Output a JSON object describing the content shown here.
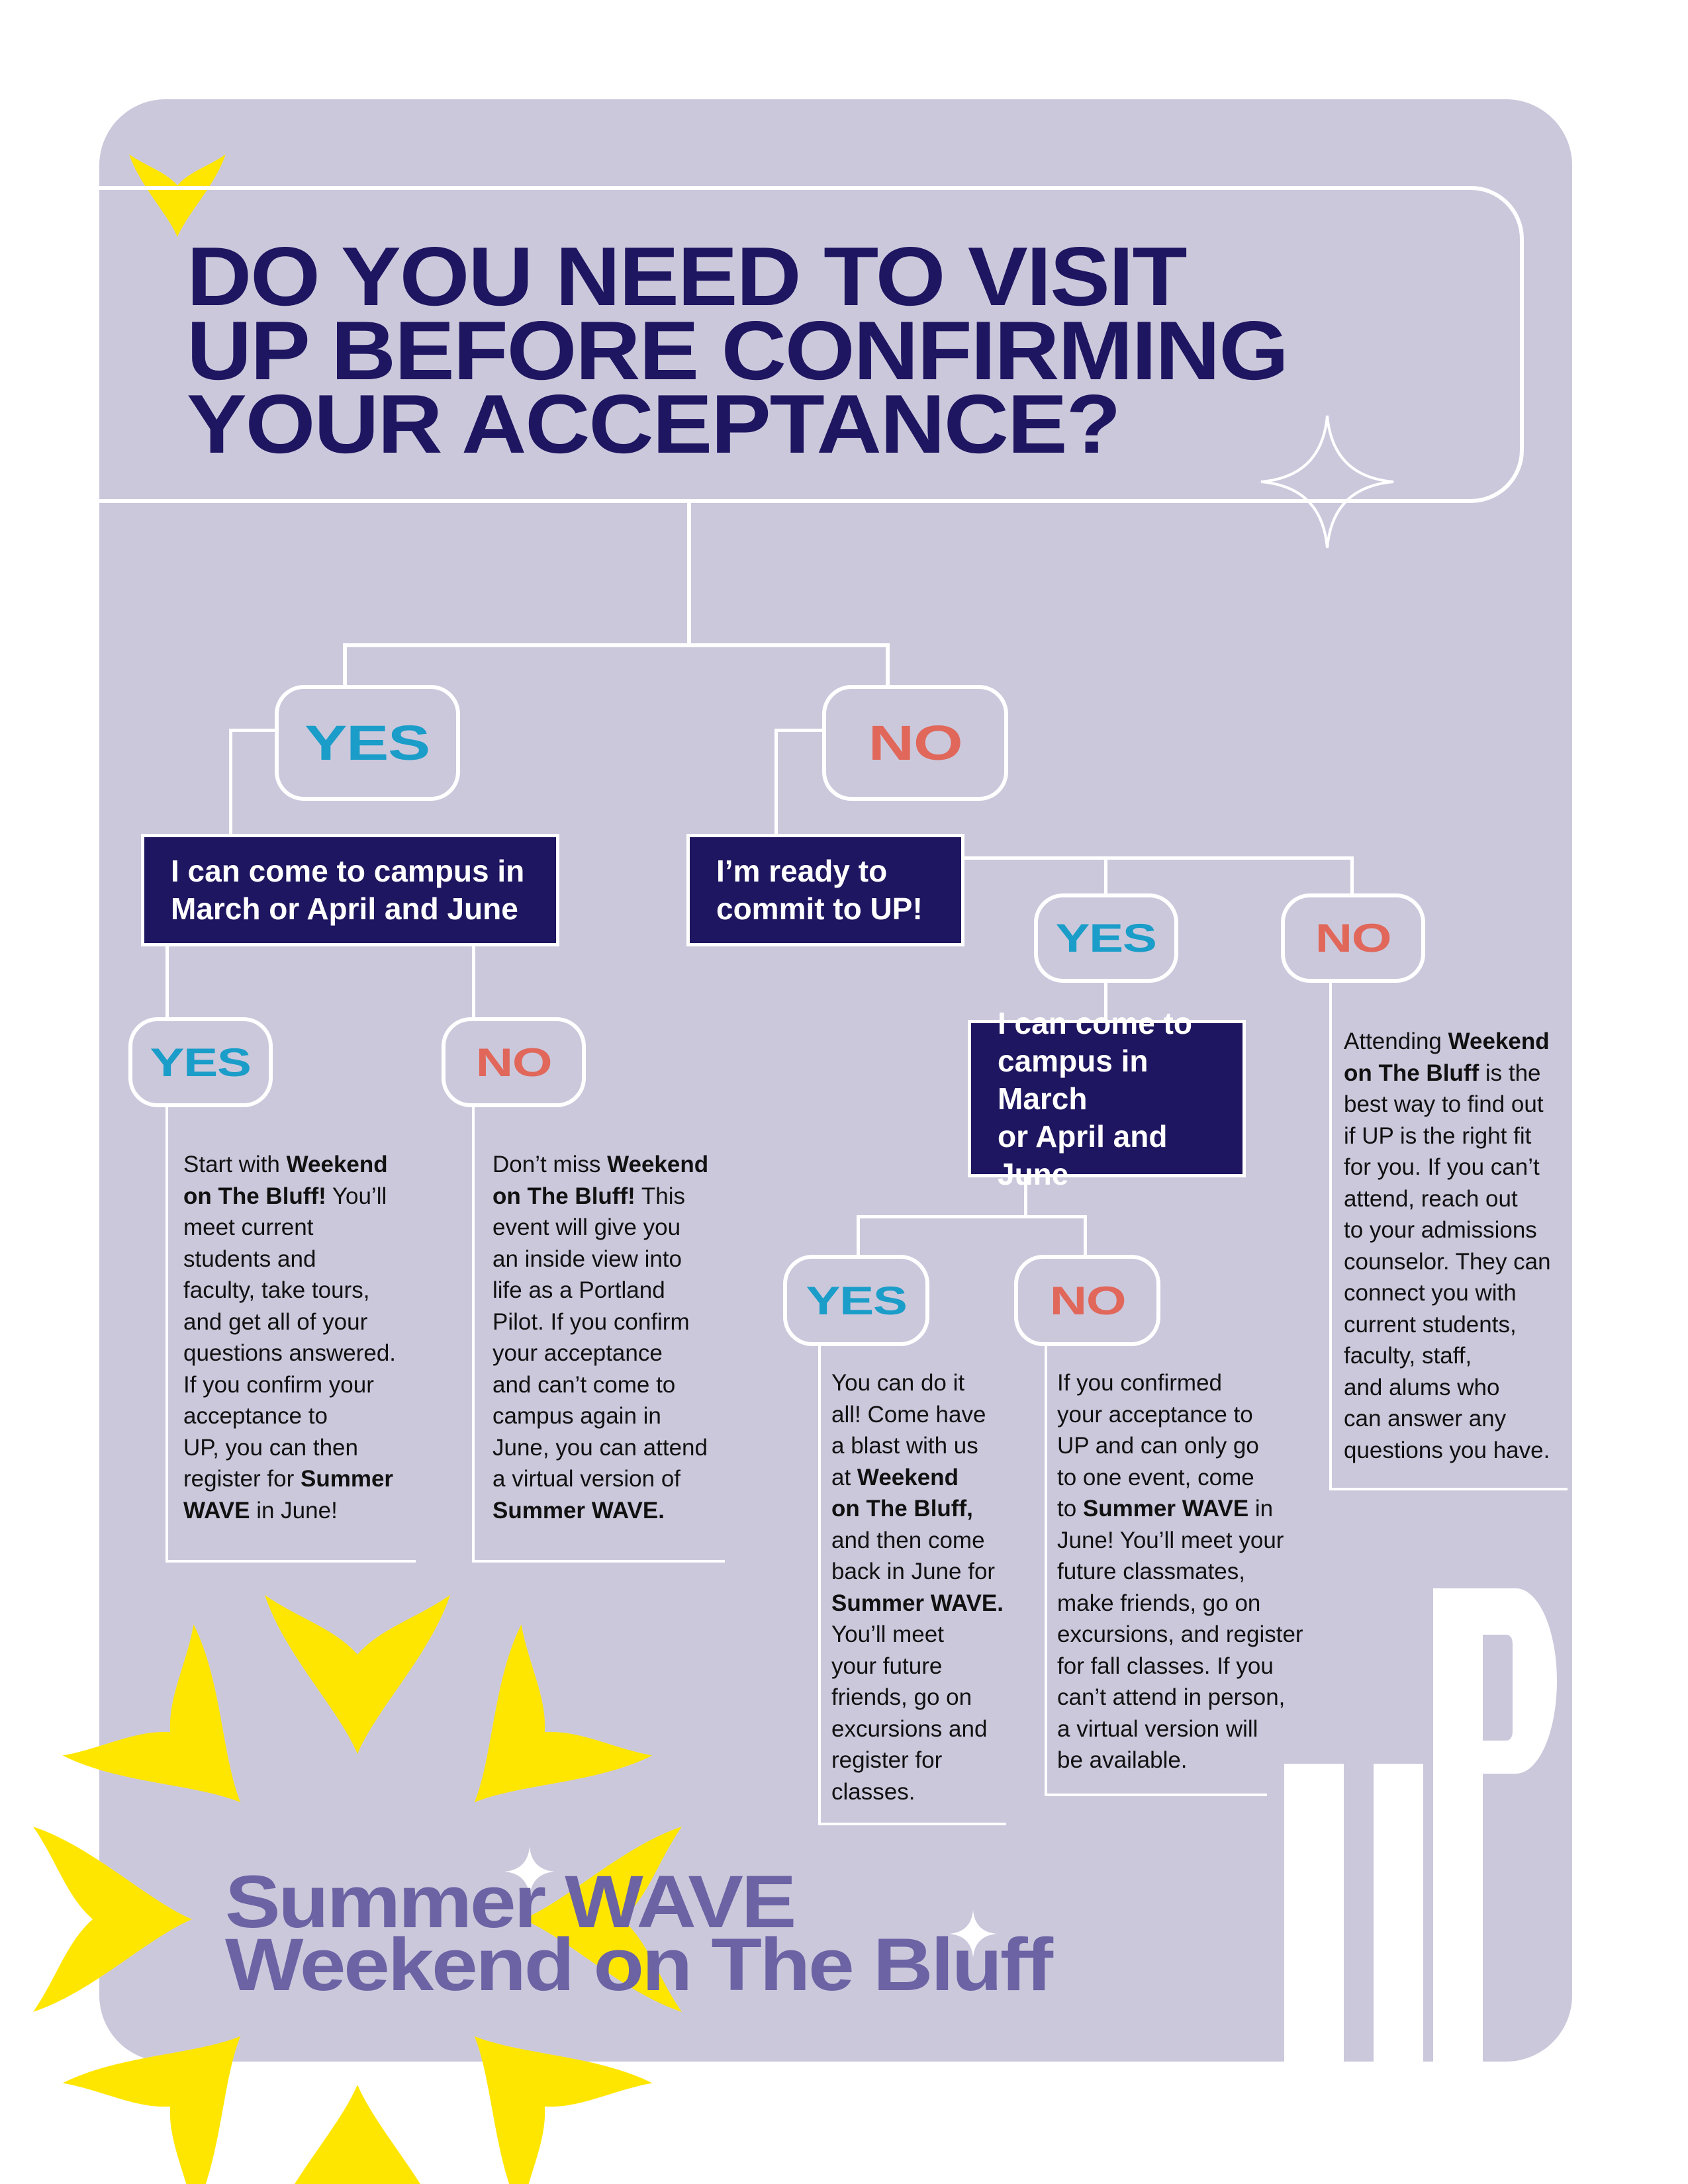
{
  "title": {
    "lines": [
      "DO YOU NEED TO VISIT",
      "UP BEFORE CONFIRMING",
      "YOUR ACCEPTANCE?"
    ]
  },
  "level1": {
    "yes": "YES",
    "no": "NO"
  },
  "box_yes": {
    "lines": [
      "I can come to campus in",
      "March or April and June"
    ]
  },
  "box_no": {
    "lines": [
      "I’m ready to",
      "commit to UP!"
    ]
  },
  "level2_commit": {
    "yes": "YES",
    "no": "NO"
  },
  "box_commit_yes": {
    "lines": [
      "I can come to",
      "campus in March",
      "or April and June"
    ]
  },
  "level2_campus": {
    "yes": "YES",
    "no": "NO"
  },
  "level3_commit": {
    "yes": "YES",
    "no": "NO"
  },
  "paragraphs": {
    "campus_yes": [
      [
        [
          "Start with ",
          0
        ],
        [
          "Weekend",
          1
        ]
      ],
      [
        [
          "on The Bluff!",
          1
        ],
        [
          " You’ll",
          0
        ]
      ],
      [
        [
          "meet current",
          0
        ]
      ],
      [
        [
          "students and",
          0
        ]
      ],
      [
        [
          "faculty, take tours,",
          0
        ]
      ],
      [
        [
          "and get all of your",
          0
        ]
      ],
      [
        [
          "questions answered.",
          0
        ]
      ],
      [
        [
          "If you confirm your",
          0
        ]
      ],
      [
        [
          "acceptance to",
          0
        ]
      ],
      [
        [
          "UP, you can then",
          0
        ]
      ],
      [
        [
          "register for ",
          0
        ],
        [
          "Summer",
          1
        ]
      ],
      [
        [
          "WAVE",
          1
        ],
        [
          " in June!",
          0
        ]
      ]
    ],
    "campus_no": [
      [
        [
          "Don’t miss ",
          0
        ],
        [
          "Weekend",
          1
        ]
      ],
      [
        [
          "on The Bluff!",
          1
        ],
        [
          " This",
          0
        ]
      ],
      [
        [
          "event will give you",
          0
        ]
      ],
      [
        [
          "an inside view into",
          0
        ]
      ],
      [
        [
          "life as a Portland",
          0
        ]
      ],
      [
        [
          "Pilot. If you confirm",
          0
        ]
      ],
      [
        [
          "your acceptance",
          0
        ]
      ],
      [
        [
          "and can’t come to",
          0
        ]
      ],
      [
        [
          "campus again in",
          0
        ]
      ],
      [
        [
          "June, you can attend",
          0
        ]
      ],
      [
        [
          "a virtual version of",
          0
        ]
      ],
      [
        [
          "Summer WAVE.",
          1
        ]
      ]
    ],
    "commit_campus_yes": [
      [
        [
          "You can do it",
          0
        ]
      ],
      [
        [
          "all! Come have",
          0
        ]
      ],
      [
        [
          "a blast with us",
          0
        ]
      ],
      [
        [
          "at ",
          0
        ],
        [
          "Weekend",
          1
        ]
      ],
      [
        [
          "on The Bluff,",
          1
        ]
      ],
      [
        [
          "and then come",
          0
        ]
      ],
      [
        [
          "back in June for",
          0
        ]
      ],
      [
        [
          "Summer WAVE.",
          1
        ]
      ],
      [
        [
          "You’ll meet",
          0
        ]
      ],
      [
        [
          "your future",
          0
        ]
      ],
      [
        [
          "friends, go on",
          0
        ]
      ],
      [
        [
          "excursions and",
          0
        ]
      ],
      [
        [
          "register for",
          0
        ]
      ],
      [
        [
          "classes.",
          0
        ]
      ]
    ],
    "commit_campus_no": [
      [
        [
          "If you confirmed",
          0
        ]
      ],
      [
        [
          "your acceptance to",
          0
        ]
      ],
      [
        [
          "UP and can only go",
          0
        ]
      ],
      [
        [
          "to one event, come",
          0
        ]
      ],
      [
        [
          "to ",
          0
        ],
        [
          "Summer WAVE",
          1
        ],
        [
          " in",
          0
        ]
      ],
      [
        [
          "June! You’ll meet your",
          0
        ]
      ],
      [
        [
          "future classmates,",
          0
        ]
      ],
      [
        [
          "make friends, go on",
          0
        ]
      ],
      [
        [
          "excursions, and register",
          0
        ]
      ],
      [
        [
          "for fall classes. If you",
          0
        ]
      ],
      [
        [
          "can’t attend in person,",
          0
        ]
      ],
      [
        [
          "a virtual version will",
          0
        ]
      ],
      [
        [
          "be available.",
          0
        ]
      ]
    ],
    "commit_no": [
      [
        [
          "Attending ",
          0
        ],
        [
          "Weekend",
          1
        ]
      ],
      [
        [
          "on The Bluff",
          1
        ],
        [
          " is the",
          0
        ]
      ],
      [
        [
          "best way to find out",
          0
        ]
      ],
      [
        [
          "if UP is the right fit",
          0
        ]
      ],
      [
        [
          "for you. If you can’t",
          0
        ]
      ],
      [
        [
          "attend, reach out",
          0
        ]
      ],
      [
        [
          "to your admissions",
          0
        ]
      ],
      [
        [
          "counselor. They can",
          0
        ]
      ],
      [
        [
          "connect you with",
          0
        ]
      ],
      [
        [
          "current students,",
          0
        ]
      ],
      [
        [
          "faculty, staff,",
          0
        ]
      ],
      [
        [
          "and alums who",
          0
        ]
      ],
      [
        [
          "can answer any",
          0
        ]
      ],
      [
        [
          "questions you have.",
          0
        ]
      ]
    ]
  },
  "footer": {
    "events": [
      "Summer WAVE",
      "Weekend on The Bluff"
    ],
    "logo": "UP"
  },
  "colors": {
    "panel": "#cbc8dc",
    "navy": "#1e1660",
    "yes": "#1a9dc8",
    "no": "#e0675a",
    "yellow": "#ffe600",
    "footer_text": "#6b63a3"
  }
}
